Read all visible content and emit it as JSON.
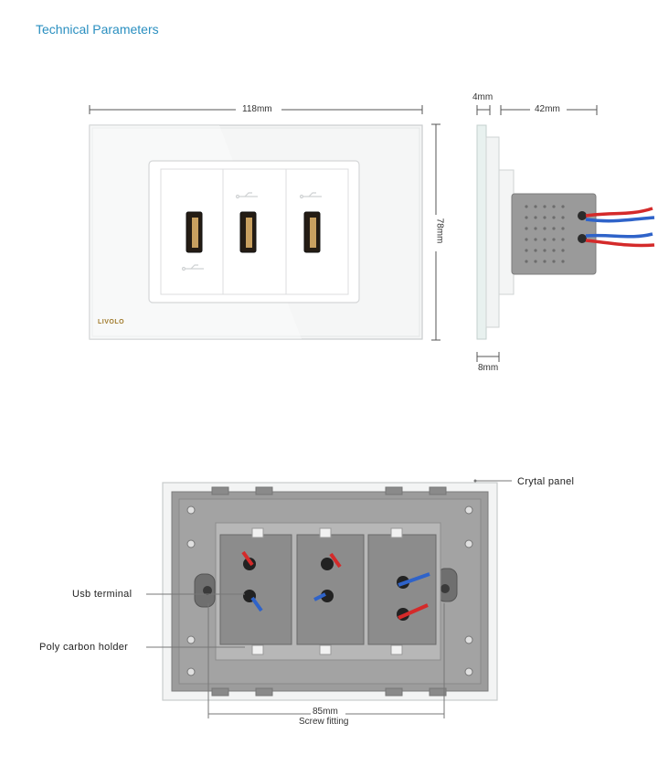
{
  "page": {
    "title": "Technical Parameters"
  },
  "front_view": {
    "width_label": "118mm",
    "height_label": "78mm",
    "brand": "LIVOLO",
    "ports": [
      {
        "icon": "usb-icon"
      },
      {
        "icon": "usb-icon"
      },
      {
        "icon": "usb-icon"
      }
    ]
  },
  "side_view": {
    "glass_label": "4mm",
    "depth_label": "42mm",
    "frame_label": "8mm"
  },
  "back_view": {
    "crystal_panel_label": "Crytal panel",
    "usb_terminal_label": "Usb terminal",
    "holder_label": "Poly carbon holder",
    "screw_distance_label": "85mm",
    "screw_caption": "Screw fitting"
  },
  "colors": {
    "title": "#2a8fc0",
    "wire_red": "#d42a2a",
    "wire_blue": "#2f63c9",
    "module_grey": "#8c8c8c"
  }
}
